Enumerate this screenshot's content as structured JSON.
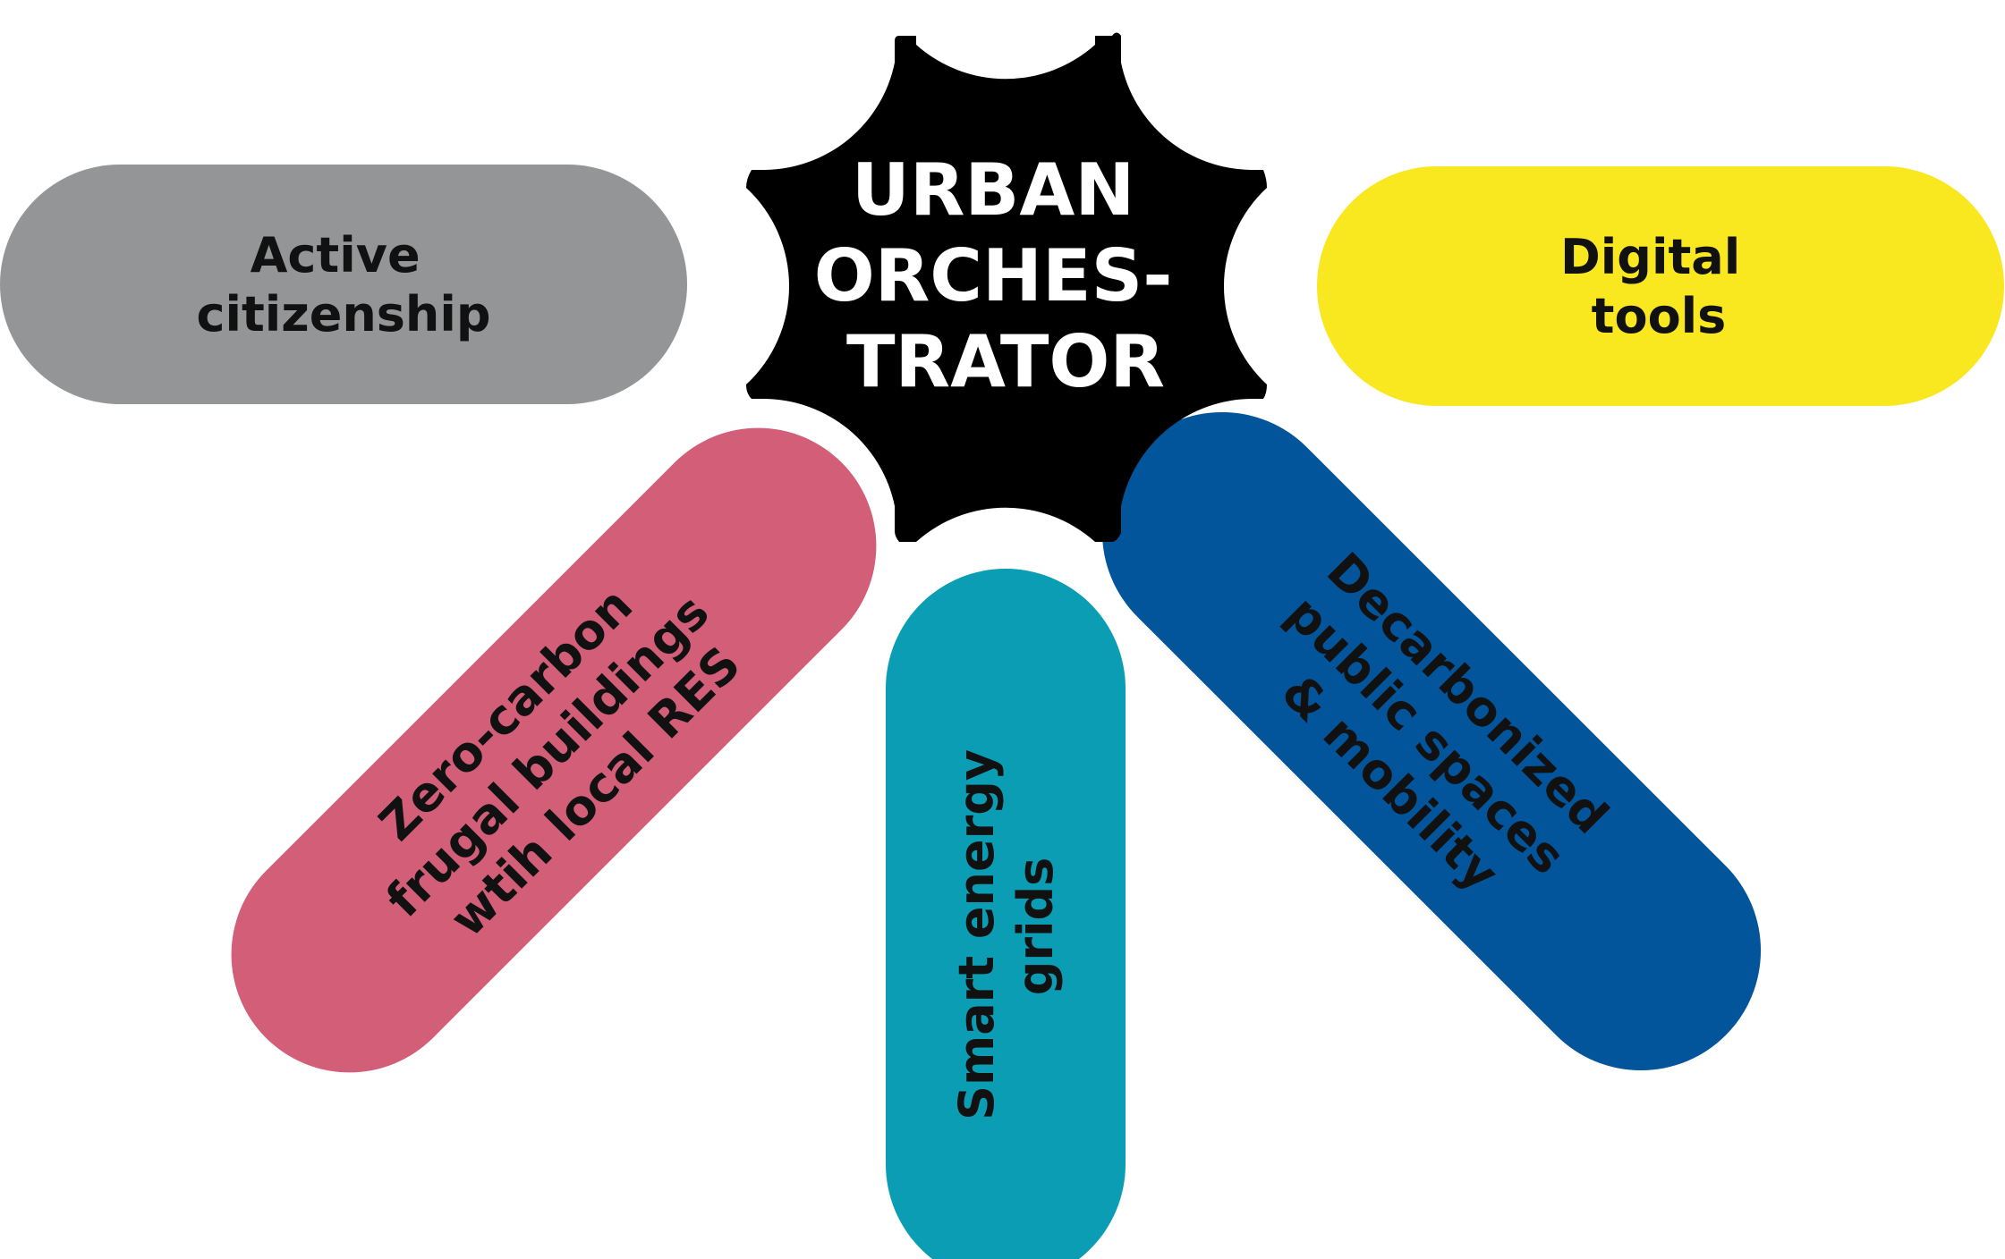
{
  "hub": {
    "lines": [
      "URBAN",
      "ORCHES-",
      "TRATOR"
    ],
    "fill": "#000000",
    "text_color": "#ffffff"
  },
  "pills": [
    {
      "id": "active-citizenship",
      "lines": [
        "Active",
        "citizenship"
      ],
      "fill": "#939597",
      "text_color": "#111111"
    },
    {
      "id": "digital-tools",
      "lines": [
        "Digital",
        "tools"
      ],
      "fill": "#f9e820",
      "text_color": "#111111"
    },
    {
      "id": "zero-carbon-buildings",
      "lines": [
        "Zero-carbon",
        "frugal buildings",
        "wtih local RES"
      ],
      "fill": "#d25e78",
      "text_color": "#111111"
    },
    {
      "id": "smart-energy-grids",
      "lines": [
        "Smart energy",
        "grids"
      ],
      "fill": "#0a9db4",
      "text_color": "#111111"
    },
    {
      "id": "decarbonized-public-spaces",
      "lines": [
        "Decarbonized",
        "public spaces",
        "& mobility"
      ],
      "fill": "#02559b",
      "text_color": "#111111"
    }
  ]
}
